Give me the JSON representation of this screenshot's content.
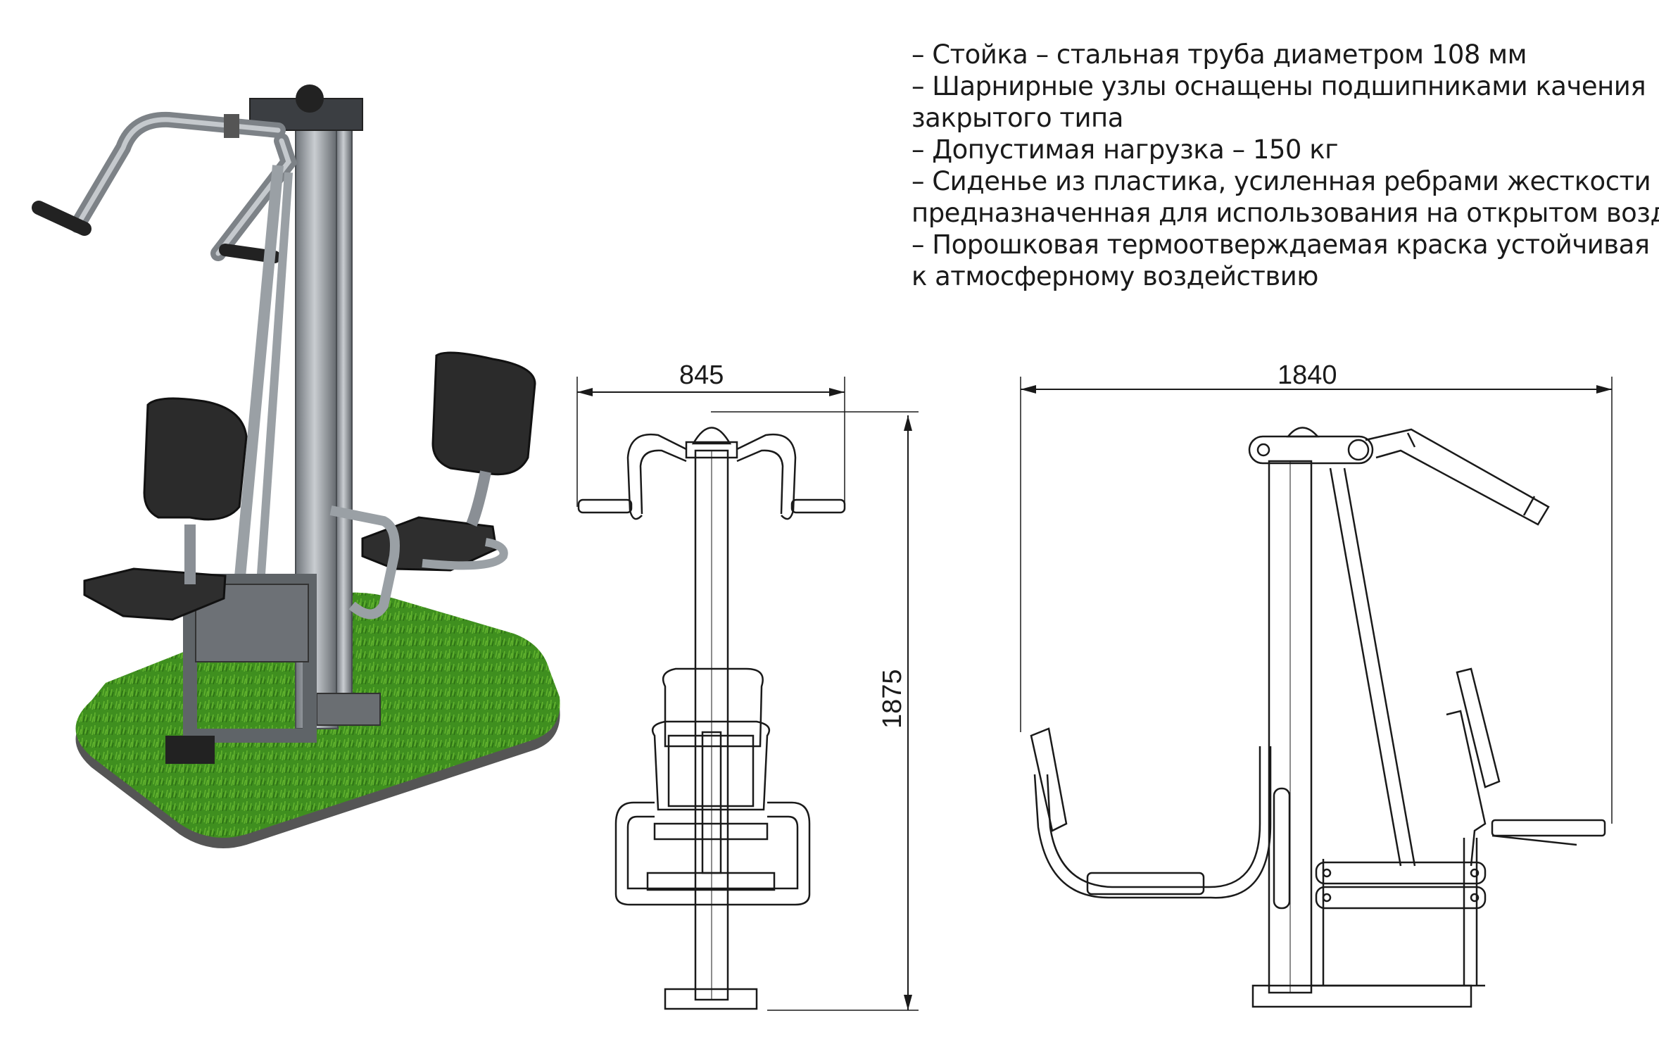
{
  "spec_lines": [
    "– Стойка – стальная труба диаметром 108 мм",
    "– Шарнирные узлы оснащены подшипниками качения",
    "закрытого типа",
    "– Допустимая нагрузка – 150 кг",
    "– Сиденье из пластика, усиленная ребрами жесткости и",
    "предназначенная для использования на открытом воздухе",
    "– Порошковая термоотверждаемая краска устойчивая",
    "к атмосферному воздействию"
  ],
  "dimensions": {
    "front_width": "845",
    "height": "1875",
    "side_width": "1840"
  },
  "colors": {
    "grass": "#3f8f1f",
    "steel": "#8a8f95",
    "seat": "#2b2b2b",
    "line": "#1a1a1a"
  }
}
